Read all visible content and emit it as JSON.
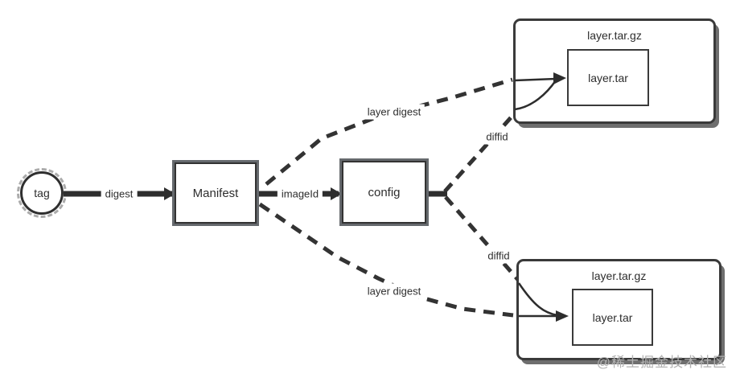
{
  "nodes": {
    "tag": {
      "label": "tag"
    },
    "manifest": {
      "label": "Manifest"
    },
    "config": {
      "label": "config"
    },
    "layer_package_top": {
      "title": "layer.tar.gz",
      "inner_label": "layer.tar"
    },
    "layer_package_bottom": {
      "title": "layer.tar.gz",
      "inner_label": "layer.tar"
    }
  },
  "edges": {
    "digest": {
      "label": "digest",
      "from": "tag",
      "to": "Manifest",
      "style": "solid"
    },
    "image_id": {
      "label": "imageId",
      "from": "Manifest",
      "to": "config",
      "style": "solid"
    },
    "layer_digest_top": {
      "label": "layer digest",
      "from": "Manifest",
      "to": "layer.tar.gz (top)",
      "style": "dashed"
    },
    "diffid_top": {
      "label": "diffid",
      "from": "config",
      "to": "layer.tar (top)",
      "style": "dashed"
    },
    "diffid_bottom": {
      "label": "diffid",
      "from": "config",
      "to": "layer.tar (bottom)",
      "style": "dashed"
    },
    "layer_digest_bottom": {
      "label": "layer digest",
      "from": "Manifest",
      "to": "layer.tar.gz (bottom)",
      "style": "dashed"
    }
  },
  "watermark": {
    "text": "@稀土掘金技术社区"
  },
  "colors": {
    "background": "#ffffff",
    "stroke": "#333333",
    "frame_gray": "#65696d",
    "shadow_gray": "#6e6e6e",
    "watermark_gray": "#b1b1b1"
  }
}
